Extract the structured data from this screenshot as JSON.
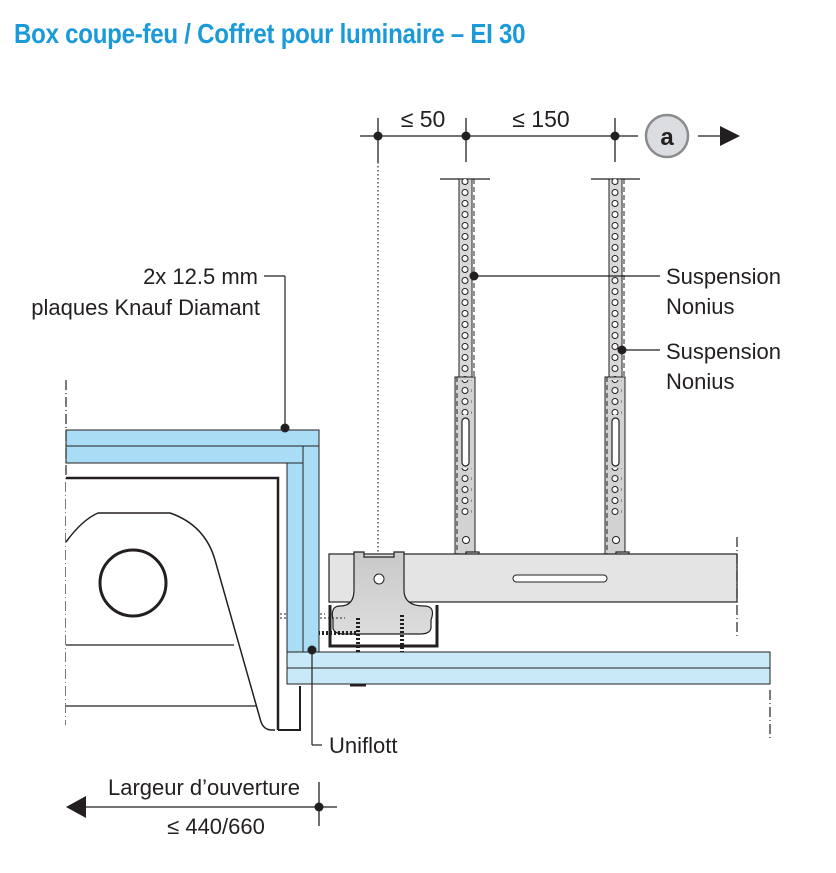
{
  "title": "Box coupe-feu / Coffret pour luminaire – EI 30",
  "dimensions": {
    "top_left": "≤ 50",
    "top_right": "≤ 150",
    "opening_width_label": "Largeur d’ouverture",
    "opening_width_value": "≤ 440/660"
  },
  "marker": {
    "label": "a"
  },
  "labels": {
    "boards_line1": "2x 12.5 mm",
    "boards_line2": "plaques Knauf Diamant",
    "suspension1_line1": "Suspension",
    "suspension1_line2": "Nonius",
    "suspension2_line1": "Suspension",
    "suspension2_line2": "Nonius",
    "uniflott": "Uniflott"
  },
  "colors": {
    "title": "#1a9ad9",
    "board_fill": "#a9ddf5",
    "board_fill_light": "#c8e9f8",
    "metal_fill": "#e4e4e4",
    "line": "#231f20"
  }
}
